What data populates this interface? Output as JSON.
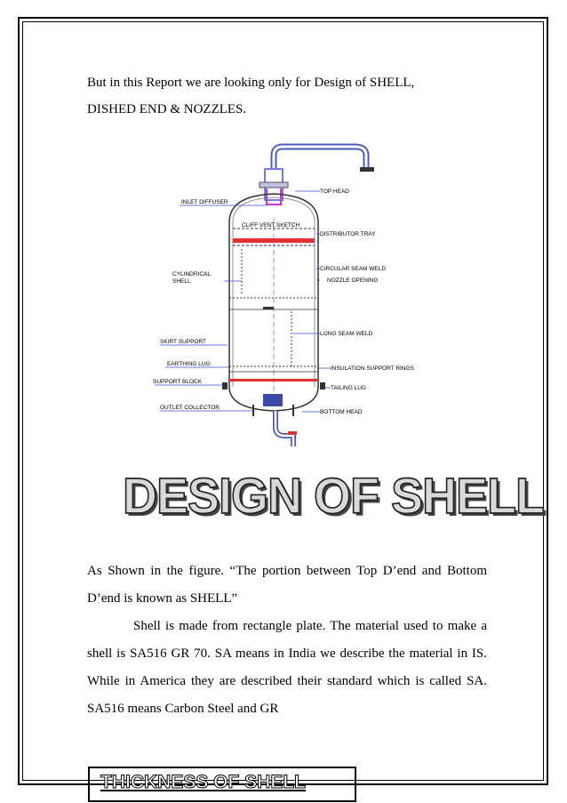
{
  "intro": {
    "line1": "But in this Report we are looking only for Design of SHELL,",
    "line2": "DISHED END & NOZZLES."
  },
  "diagram": {
    "labels": {
      "top_head": "TOP HEAD",
      "inlet_diffuser": "INLET DIFFUSER",
      "cliff_vent": "CLIFF VENT SKETCH",
      "distributor_tray": "DISTRIBUTOR TRAY",
      "cylindrical_shell_1": "CYLINDRICAL",
      "cylindrical_shell_2": "SHELL",
      "circular_seam_weld": "CIRCULAR SEAM WELD",
      "nozzle_opening": "NOZZLE OPENING",
      "long_seam_weld": "LONG SEAM WELD",
      "skirt_support": "SKIRT SUPPORT",
      "earthing_lug": "EARTHING LUG",
      "insulation_support_rings": "INSULATION SUPPORT RINGS",
      "support_block": "SUPPORT BLOCK",
      "tailing_lug": "TAILING LUG",
      "outlet_collector": "OUTLET COLLECTOR",
      "bottom_head": "BOTTOM HEAD"
    }
  },
  "section_title": "DESIGN OF SHELL",
  "body": {
    "para1": "As Shown in the figure. “The portion between Top D’end and Bottom D’end is known as SHELL”",
    "para2": "Shell is made from rectangle plate. The material used to make a shell is SA516 GR 70. SA means in India we describe the material in IS. While in America they are described their standard which is called SA. SA516 means Carbon Steel and GR"
  },
  "bottom_heading": "THICKNESS OF SHELL"
}
